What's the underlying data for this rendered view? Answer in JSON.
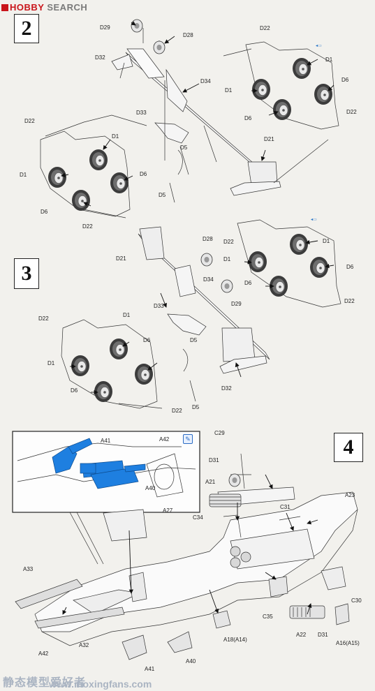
{
  "logo": {
    "icon": "hobby-search-flag-icon",
    "brand_red": "HOBBY",
    "brand_gray": "SEARCH"
  },
  "steps": {
    "s2": "2",
    "s3": "3",
    "s4": "4"
  },
  "labels": {
    "s2": {
      "d29": "D29",
      "d28": "D28",
      "d32": "D32",
      "d34": "D34",
      "d33": "D33",
      "d5a": "D5",
      "d5b": "D5",
      "d22tl": "D22",
      "d1l1": "D1",
      "d1l2": "D1",
      "d6l1": "D6",
      "d6l2": "D6",
      "d22bl": "D22",
      "d22tr": "D22",
      "d1r1": "D1",
      "d1r2": "D1",
      "d6r1": "D6",
      "d6r2": "D6",
      "d22br": "D22",
      "d21": "D21"
    },
    "s3": {
      "d21": "D21",
      "d28": "D28",
      "d34": "D34",
      "d29": "D29",
      "d33": "D33",
      "d5a": "D5",
      "d5b": "D5",
      "d32": "D32",
      "d22tr": "D22",
      "d1r1": "D1",
      "d1r2": "D1",
      "d6r1": "D6",
      "d6r2": "D6",
      "d22br": "D22",
      "d22tl": "D22",
      "d1l1": "D1",
      "d1l2": "D1",
      "d6l1": "D6",
      "d6l2": "D6",
      "d22bl": "D22"
    },
    "s4": {
      "a41": "A41",
      "a42": "A42",
      "a40": "A40",
      "c29": "C29",
      "d31a": "D31",
      "a21": "A21",
      "c34": "C34",
      "c31": "C31",
      "a23": "A23",
      "a27": "A27",
      "a33": "A33",
      "a42b": "A42",
      "a32": "A32",
      "a41b": "A41",
      "a40b": "A40",
      "a18": "A18(A14)",
      "c35": "C35",
      "a22": "A22",
      "d31b": "D31",
      "c30": "C30",
      "a16": "A16(A15)"
    }
  },
  "watermark": {
    "cn": "静态模型爱好者",
    "url": "www.moxingfans.com"
  },
  "colors": {
    "highlight": "#1e7fe0",
    "ink": "#222222",
    "paper": "#f2f1ed",
    "brand": "#c9151b"
  }
}
